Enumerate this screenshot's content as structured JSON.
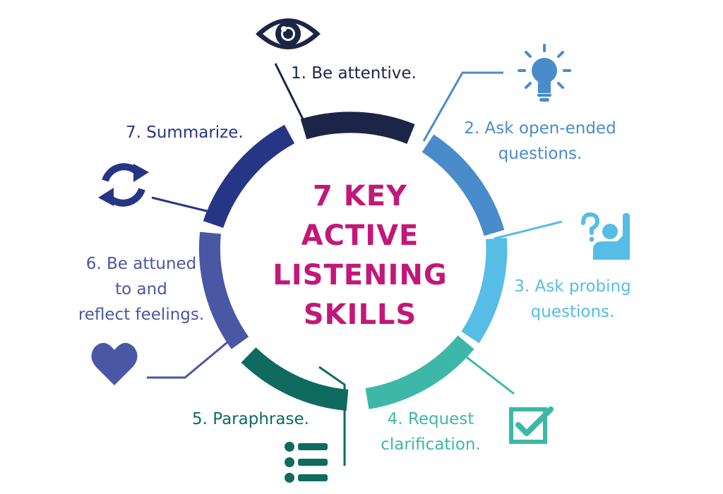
{
  "center_title": [
    "7 KEY",
    "ACTIVE",
    "LISTENING",
    "SKILLS"
  ],
  "skills": [
    {
      "lines": [
        "1. Be attentive."
      ],
      "color": "#1c2547",
      "icon": "eye-icon"
    },
    {
      "lines": [
        "2. Ask open-ended",
        "questions."
      ],
      "color": "#4a8bcb",
      "icon": "lightbulb-icon"
    },
    {
      "lines": [
        "3. Ask probing",
        "questions."
      ],
      "color": "#55bde6",
      "icon": "raised-hand-question-icon"
    },
    {
      "lines": [
        "4. Request",
        "clarification."
      ],
      "color": "#3db8a8",
      "icon": "checkbox-check-icon"
    },
    {
      "lines": [
        "5. Paraphrase."
      ],
      "color": "#0e6b5e",
      "icon": "list-icon"
    },
    {
      "lines": [
        "6. Be attuned",
        "to and",
        "reflect feelings."
      ],
      "color": "#4a57a4",
      "icon": "heart-icon"
    },
    {
      "lines": [
        "7. Summarize."
      ],
      "color": "#263585",
      "icon": "refresh-arrows-icon"
    }
  ],
  "title_color": "#c2187a"
}
